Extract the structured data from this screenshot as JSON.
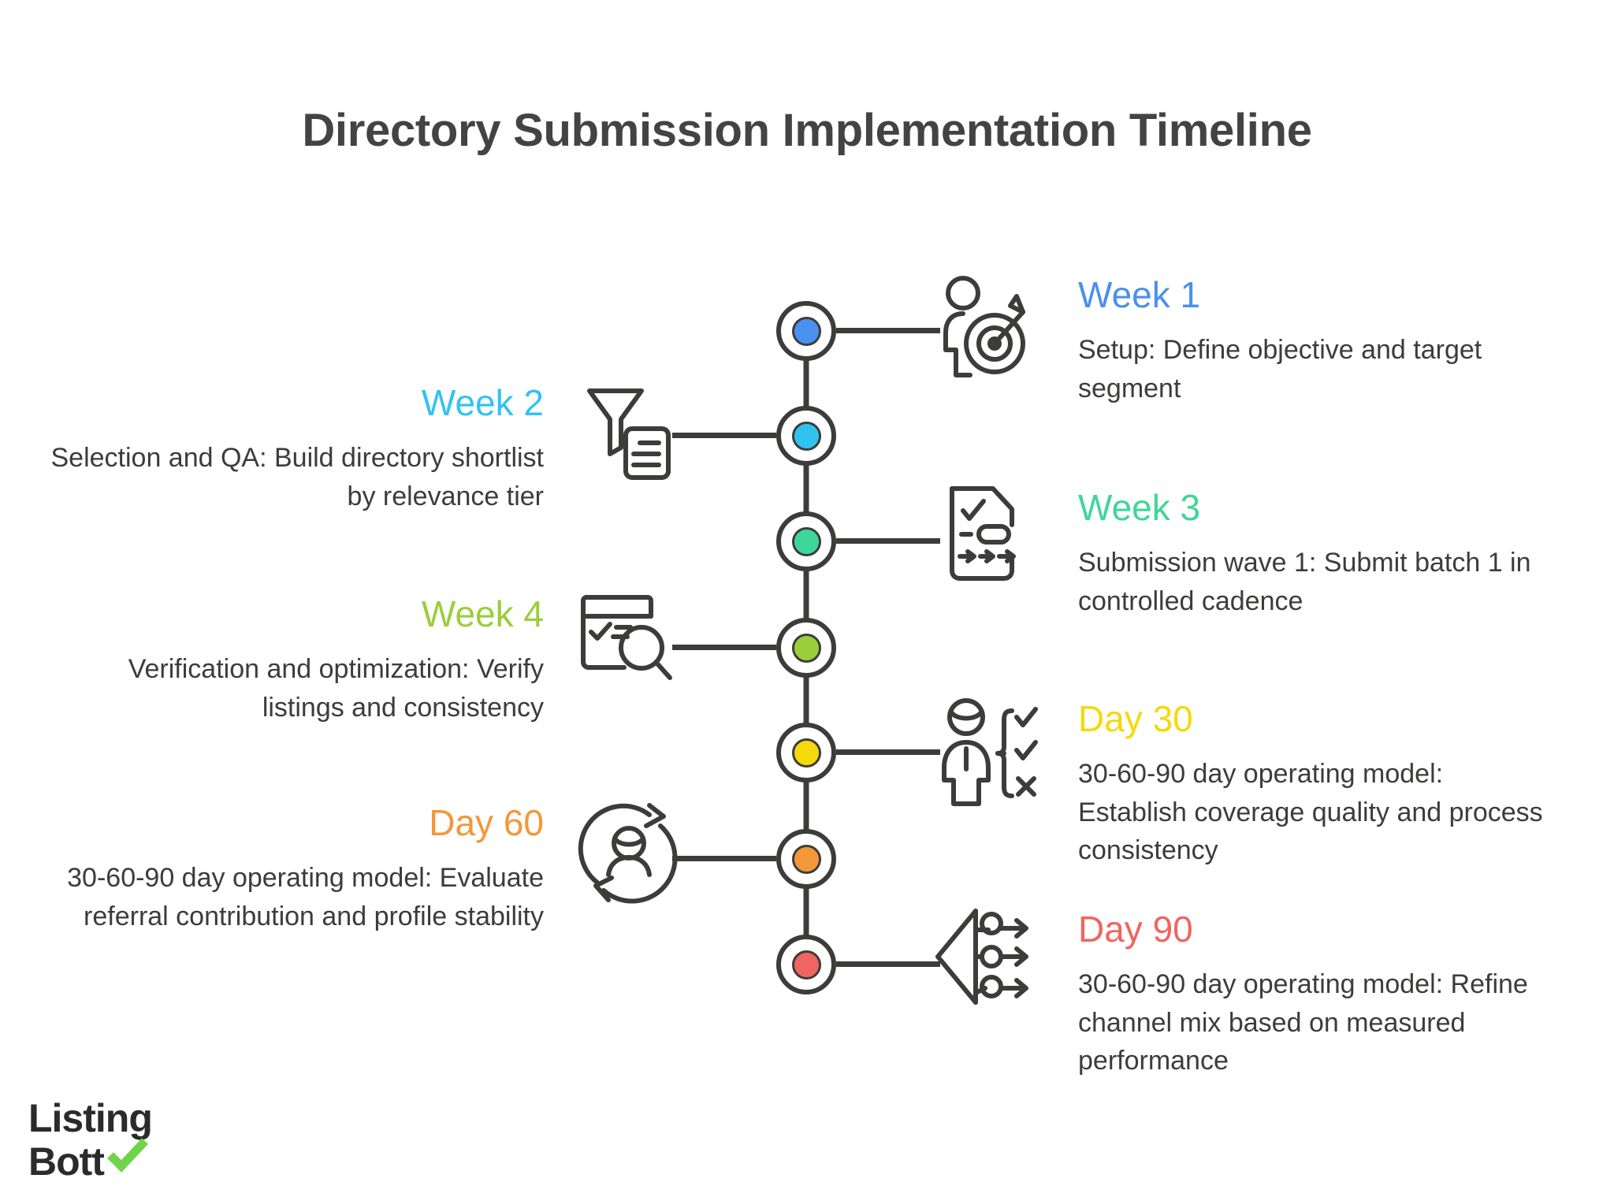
{
  "title": "Directory Submission Implementation Timeline",
  "colors": {
    "title": "#434343",
    "body_text": "#3c3c3b",
    "line": "#3c3c3b",
    "week1": "#4a90f0",
    "week2": "#31c3f0",
    "week3": "#3fd69a",
    "week4": "#9ace3a",
    "day30": "#f5d90a",
    "day60": "#f3973b",
    "day90": "#f0655f",
    "logo_check": "#6fd44a",
    "logo_text": "#2b2b2b"
  },
  "logo": {
    "line1": "Listing",
    "line2": "Bott",
    "check_icon": "check-icon"
  },
  "milestones": [
    {
      "label": "Week 1",
      "description": "Setup: Define objective and target segment",
      "color": "#4a90f0",
      "side": "right",
      "icon": "person-target-icon"
    },
    {
      "label": "Week 2",
      "description": "Selection and QA: Build directory shortlist by relevance tier",
      "color": "#31c3f0",
      "side": "left",
      "icon": "funnel-document-icon"
    },
    {
      "label": "Week 3",
      "description": "Submission wave 1: Submit batch 1 in controlled cadence",
      "color": "#3fd69a",
      "side": "right",
      "icon": "document-checklist-arrows-icon"
    },
    {
      "label": "Week 4",
      "description": "Verification and optimization: Verify listings and consistency",
      "color": "#9ace3a",
      "side": "left",
      "icon": "browser-check-search-icon"
    },
    {
      "label": "Day 30",
      "description": "30-60-90 day operating model: Establish coverage quality and process consistency",
      "color": "#f5d90a",
      "side": "right",
      "icon": "person-checklist-icon"
    },
    {
      "label": "Day 60",
      "description": "30-60-90 day operating model: Evaluate referral contribution and profile stability",
      "color": "#f3973b",
      "side": "left",
      "icon": "person-refresh-cycle-icon"
    },
    {
      "label": "Day 90",
      "description": "30-60-90 day operating model: Refine channel mix based on measured performance",
      "color": "#f0655f",
      "side": "right",
      "icon": "funnel-distribution-arrows-icon"
    }
  ]
}
